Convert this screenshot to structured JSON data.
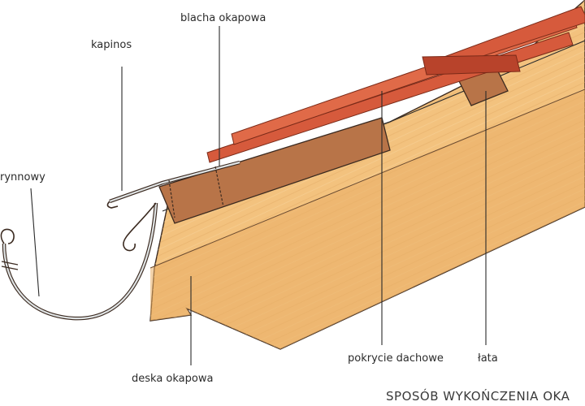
{
  "labels": {
    "blacha_okapowa": "blacha okapowa",
    "kapinos": "kapinos",
    "rynnowy": "rynnowy",
    "deska_okapowa": "deska okapowa",
    "pokrycie_dachowe": "pokrycie dachowe",
    "lata": "łata"
  },
  "caption": "SPOSÓB WYKOŃCZENIA OKA",
  "colors": {
    "rafter": "#f3c27e",
    "rafter_shade": "#e7a85e",
    "batten": "#b87448",
    "tile": "#d65a3c",
    "tile_dark": "#b8432b",
    "metal": "#dfe3e4",
    "outline": "#3b2a20"
  }
}
